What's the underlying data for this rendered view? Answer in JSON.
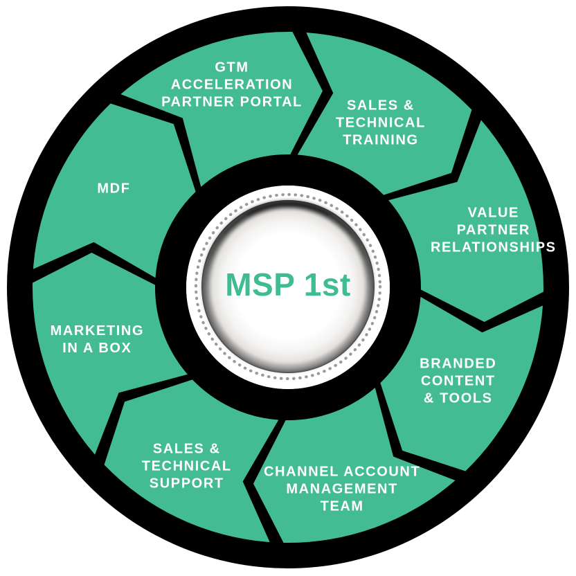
{
  "hub": {
    "title": "MSP 1st",
    "title_color": "#3fbc92"
  },
  "colors": {
    "segment_fill": "#44bc93",
    "outline": "#000000",
    "label_text": "#ffffff",
    "hub_dot_color": "#9a9a9a",
    "background": "#ffffff"
  },
  "chart_data": {
    "type": "cycle-wheel-diagram",
    "center_label": "MSP 1st",
    "segment_count": 8,
    "direction": "clockwise",
    "segments": [
      {
        "id": "gtm-acceleration-partner-portal",
        "lines": [
          "GTM",
          "ACCELERATION",
          "PARTNER PORTAL"
        ],
        "start_angle": -44,
        "label_angle": -15.5,
        "label_radius": 303
      },
      {
        "id": "sales-technical-training",
        "lines": [
          "SALES &",
          "TECHNICAL",
          "TRAINING"
        ],
        "start_angle": 1,
        "label_angle": 29.5,
        "label_radius": 272
      },
      {
        "id": "value-partner-relationships",
        "lines": [
          "VALUE",
          "PARTNER",
          "RELATIONSHIPS"
        ],
        "start_angle": 46,
        "label_angle": 74.5,
        "label_radius": 308
      },
      {
        "id": "branded-content-tools",
        "lines": [
          "BRANDED",
          "CONTENT",
          "& TOOLS"
        ],
        "start_angle": 91,
        "label_angle": 119,
        "label_radius": 281
      },
      {
        "id": "channel-account-management-team",
        "lines": [
          "CHANNEL ACCOUNT",
          "MANAGEMENT",
          "TEAM"
        ],
        "start_angle": 136,
        "label_angle": 165,
        "label_radius": 302
      },
      {
        "id": "sales-technical-support",
        "lines": [
          "SALES &",
          "TECHNICAL",
          "SUPPORT"
        ],
        "start_angle": 181,
        "label_angle": 209.5,
        "label_radius": 297
      },
      {
        "id": "marketing-in-a-box",
        "lines": [
          "MARKETING",
          "IN A BOX"
        ],
        "start_angle": 226,
        "label_angle": 254.5,
        "label_radius": 286
      },
      {
        "id": "mdf",
        "lines": [
          "MDF"
        ],
        "start_angle": 271,
        "label_angle": 299.5,
        "label_radius": 289
      }
    ]
  }
}
